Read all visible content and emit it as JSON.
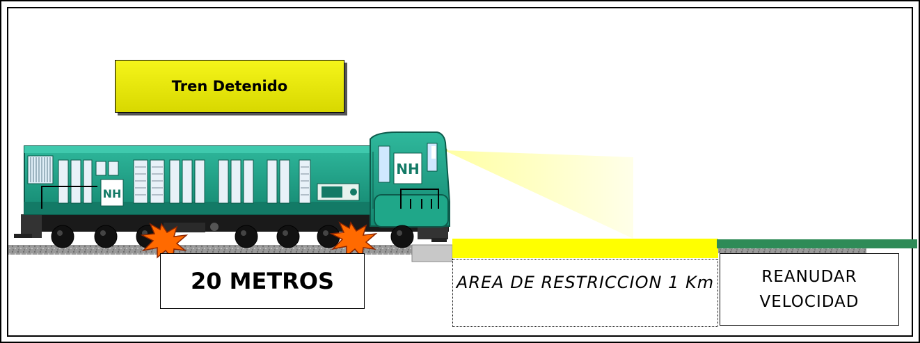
{
  "labels": {
    "stopped": "Tren Detenido",
    "distance": "20 METROS",
    "restriction": "AREA DE RESTRICCION 1 Km",
    "resume_line1": "REANUDAR",
    "resume_line2": "VELOCIDAD"
  },
  "locomotive_logo_text": "NH",
  "colors": {
    "locomotive_body": "#1b9f86",
    "locomotive_dark": "#137a66",
    "restriction_zone": "#ffff00",
    "resume_zone": "#2e8b57",
    "label_yellow": "#f0f000",
    "spark": "#ff6a00",
    "headlight_beam": "#ffffcc"
  },
  "icons": [
    "locomotive-icon",
    "brake-spark-icon",
    "headlight-beam-icon"
  ]
}
